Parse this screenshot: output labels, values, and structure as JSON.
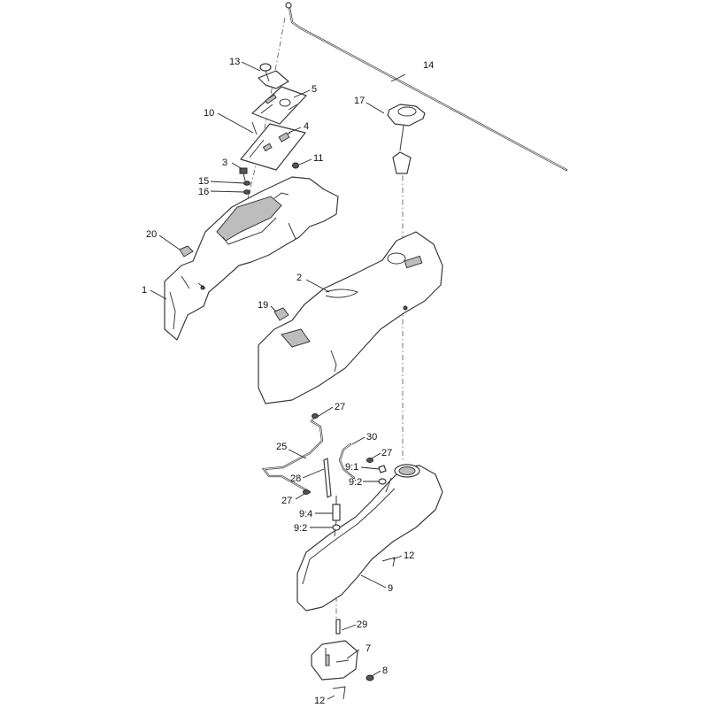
{
  "callouts": {
    "c1": "1",
    "c2": "2",
    "c3": "3",
    "c4": "4",
    "c5": "5",
    "c7": "7",
    "c8": "8",
    "c9": "9",
    "c9_1": "9:1",
    "c9_2a": "9:2",
    "c9_2b": "9:2",
    "c9_4": "9:4",
    "c10": "10",
    "c11": "11",
    "c12a": "12",
    "c12b": "12",
    "c13": "13",
    "c14": "14",
    "c15": "15",
    "c16": "16",
    "c17": "17",
    "c19": "19",
    "c20": "20",
    "c25": "25",
    "c27a": "27",
    "c27b": "27",
    "c27c": "27",
    "c28": "28",
    "c29": "29",
    "c30": "30"
  },
  "colors": {
    "line": "#3a3a3a",
    "fill": "#ffffff",
    "shade": "#bdbdbd"
  }
}
